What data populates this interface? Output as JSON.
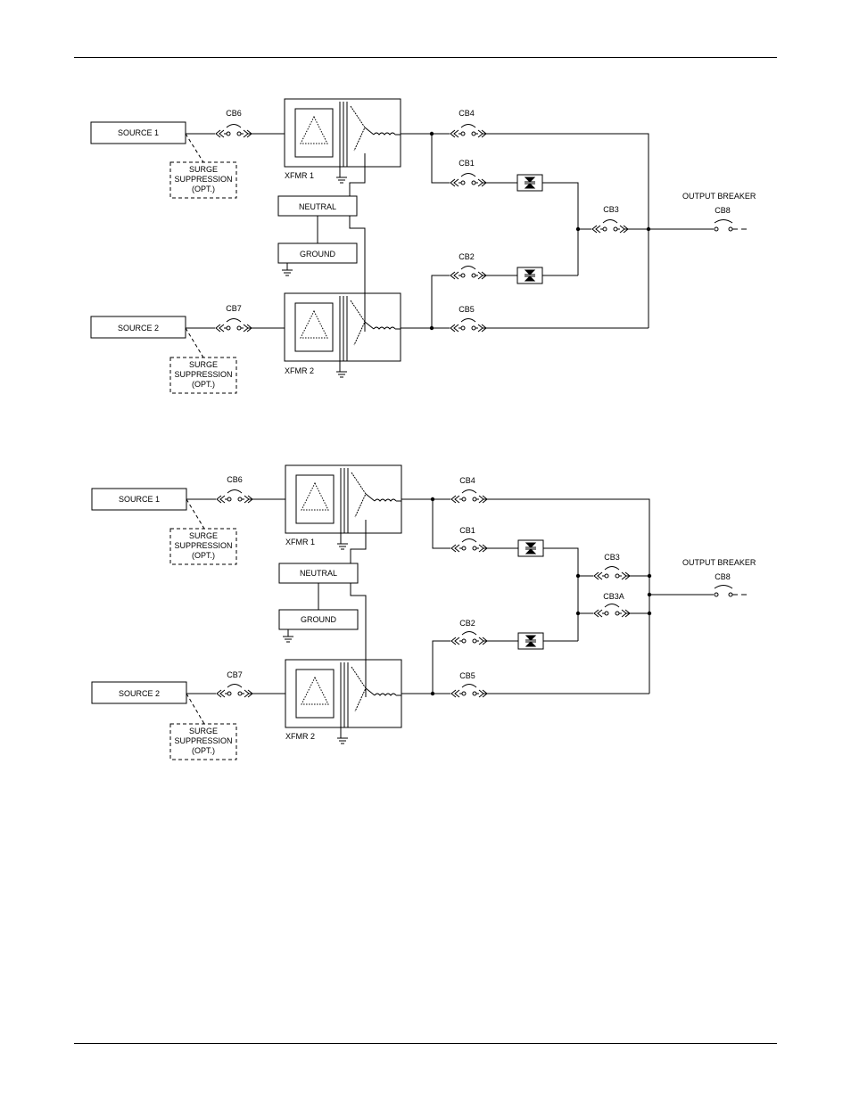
{
  "diagram_1": {
    "source1": "SOURCE 1",
    "source2": "SOURCE 2",
    "surge1": [
      "SURGE",
      "SUPPRESSION",
      "(OPT.)"
    ],
    "surge2": [
      "SURGE",
      "SUPPRESSION",
      "(OPT.)"
    ],
    "xfmr1": "XFMR 1",
    "xfmr2": "XFMR 2",
    "neutral": "NEUTRAL",
    "ground": "GROUND",
    "cb6": "CB6",
    "cb7": "CB7",
    "cb4": "CB4",
    "cb1": "CB1",
    "cb2": "CB2",
    "cb5": "CB5",
    "cb3": "CB3",
    "cb8": "CB8",
    "output_breaker": "OUTPUT BREAKER"
  },
  "diagram_2": {
    "source1": "SOURCE 1",
    "source2": "SOURCE 2",
    "surge1": [
      "SURGE",
      "SUPPRESSION",
      "(OPT.)"
    ],
    "surge2": [
      "SURGE",
      "SUPPRESSION",
      "(OPT.)"
    ],
    "xfmr1": "XFMR 1",
    "xfmr2": "XFMR 2",
    "neutral": "NEUTRAL",
    "ground": "GROUND",
    "cb6": "CB6",
    "cb7": "CB7",
    "cb4": "CB4",
    "cb1": "CB1",
    "cb2": "CB2",
    "cb5": "CB5",
    "cb3": "CB3",
    "cb3a": "CB3A",
    "cb8": "CB8",
    "output_breaker": "OUTPUT BREAKER"
  }
}
